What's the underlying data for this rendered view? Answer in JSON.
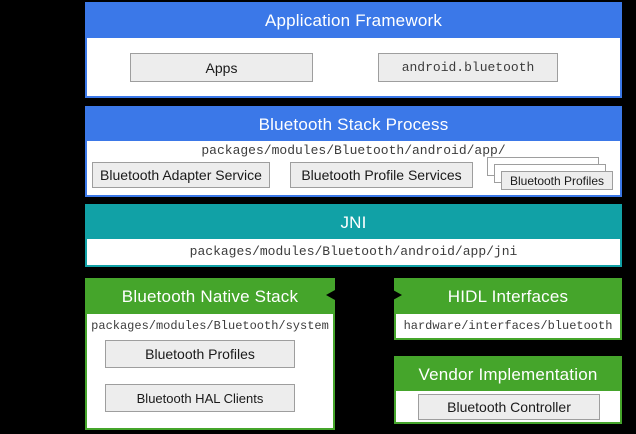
{
  "colors": {
    "blue": "#3B78E8",
    "teal": "#11A1A6",
    "green": "#45A52B",
    "box_fill": "#EDEDED",
    "box_border": "#9E9E9E",
    "path_text": "#3C3C3C",
    "background": "#000000"
  },
  "sections": {
    "application_framework": {
      "title": "Application Framework",
      "boxes": {
        "apps": "Apps",
        "android_bluetooth": "android.bluetooth"
      }
    },
    "bluetooth_stack_process": {
      "title": "Bluetooth Stack Process",
      "path": "packages/modules/Bluetooth/android/app/",
      "boxes": {
        "adapter_service": "Bluetooth Adapter Service",
        "profile_services": "Bluetooth Profile Services",
        "profiles_stack": "Bluetooth Profiles"
      }
    },
    "jni": {
      "title": "JNI",
      "path": "packages/modules/Bluetooth/android/app/jni"
    },
    "bluetooth_native_stack": {
      "title": "Bluetooth Native Stack",
      "path": "packages/modules/Bluetooth/system",
      "boxes": {
        "profiles": "Bluetooth Profiles",
        "hal_clients": "Bluetooth HAL Clients"
      }
    },
    "hidl_interfaces": {
      "title": "HIDL Interfaces",
      "path": "hardware/interfaces/bluetooth"
    },
    "vendor_implementation": {
      "title": "Vendor Implementation",
      "boxes": {
        "controller": "Bluetooth Controller"
      }
    }
  }
}
